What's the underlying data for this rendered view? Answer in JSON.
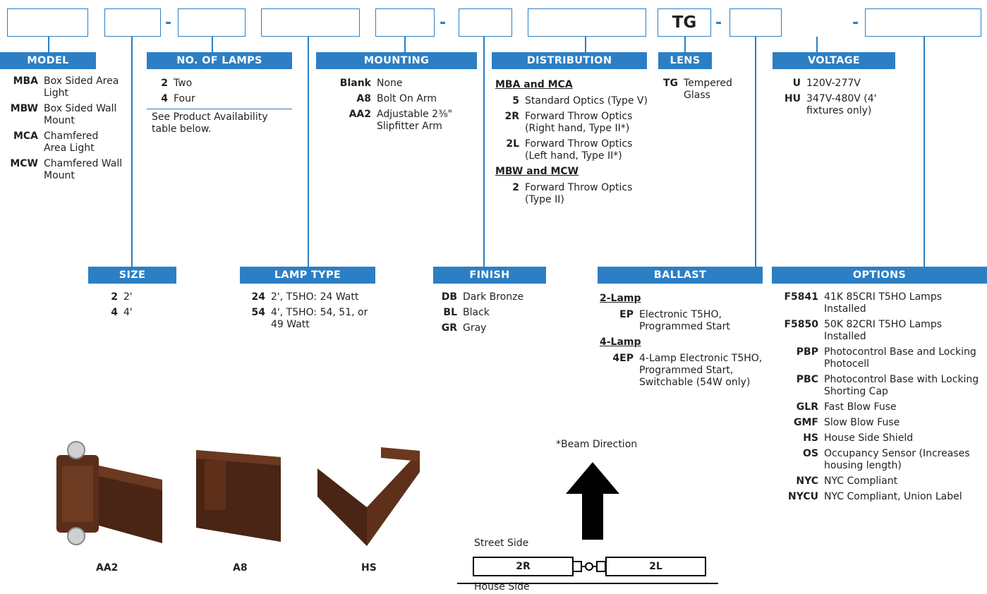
{
  "order_boxes": {
    "lens_code": "TG",
    "separators": [
      "-",
      "-",
      "-"
    ]
  },
  "sections": {
    "model": {
      "title": "MODEL",
      "items": [
        {
          "code": "MBA",
          "desc": "Box Sided Area Light"
        },
        {
          "code": "MBW",
          "desc": "Box Sided Wall Mount"
        },
        {
          "code": "MCA",
          "desc": "Chamfered Area Light"
        },
        {
          "code": "MCW",
          "desc": "Chamfered Wall Mount"
        }
      ]
    },
    "lamps": {
      "title": "NO. OF LAMPS",
      "items": [
        {
          "code": "2",
          "desc": "Two"
        },
        {
          "code": "4",
          "desc": "Four"
        }
      ],
      "note": "See Product Availability table below."
    },
    "mounting": {
      "title": "MOUNTING",
      "items": [
        {
          "code": "Blank",
          "desc": "None"
        },
        {
          "code": "A8",
          "desc": "Bolt On Arm"
        },
        {
          "code": "AA2",
          "desc": "Adjustable 2³⁄₈\" Slipfitter Arm"
        }
      ]
    },
    "distribution": {
      "title": "DISTRIBUTION",
      "group1": "MBA and MCA",
      "items1": [
        {
          "code": "5",
          "desc": "Standard Optics (Type V)"
        },
        {
          "code": "2R",
          "desc": "Forward Throw Optics (Right hand, Type II*)"
        },
        {
          "code": "2L",
          "desc": "Forward Throw Optics (Left hand, Type II*)"
        }
      ],
      "group2": "MBW and MCW",
      "items2": [
        {
          "code": "2",
          "desc": "Forward Throw Optics (Type II)"
        }
      ]
    },
    "lens": {
      "title": "LENS",
      "items": [
        {
          "code": "TG",
          "desc": "Tempered Glass"
        }
      ]
    },
    "voltage": {
      "title": "VOLTAGE",
      "items": [
        {
          "code": "U",
          "desc": "120V-277V"
        },
        {
          "code": "HU",
          "desc": "347V-480V (4' fixtures only)"
        }
      ]
    },
    "size": {
      "title": "SIZE",
      "items": [
        {
          "code": "2",
          "desc": "2'"
        },
        {
          "code": "4",
          "desc": "4'"
        }
      ]
    },
    "lamp_type": {
      "title": "LAMP TYPE",
      "items": [
        {
          "code": "24",
          "desc": "2', T5HO: 24 Watt"
        },
        {
          "code": "54",
          "desc": "4', T5HO: 54, 51, or 49 Watt"
        }
      ]
    },
    "finish": {
      "title": "FINISH",
      "items": [
        {
          "code": "DB",
          "desc": "Dark Bronze"
        },
        {
          "code": "BL",
          "desc": "Black"
        },
        {
          "code": "GR",
          "desc": "Gray"
        }
      ]
    },
    "ballast": {
      "title": "BALLAST",
      "group1": "2-Lamp",
      "items1": [
        {
          "code": "EP",
          "desc": "Electronic T5HO, Programmed Start"
        }
      ],
      "group2": "4-Lamp",
      "items2": [
        {
          "code": "4EP",
          "desc": "4-Lamp Electronic T5HO, Programmed Start, Switchable (54W only)"
        }
      ]
    },
    "options": {
      "title": "OPTIONS",
      "items": [
        {
          "code": "F5841",
          "desc": "41K 85CRI T5HO Lamps Installed"
        },
        {
          "code": "F5850",
          "desc": "50K 82CRI T5HO Lamps Installed"
        },
        {
          "code": "PBP",
          "desc": "Photocontrol Base and Locking Photocell"
        },
        {
          "code": "PBC",
          "desc": "Photocontrol Base with Locking Shorting Cap"
        },
        {
          "code": "GLR",
          "desc": "Fast Blow Fuse"
        },
        {
          "code": "GMF",
          "desc": "Slow Blow Fuse"
        },
        {
          "code": "HS",
          "desc": "House Side Shield"
        },
        {
          "code": "OS",
          "desc": "Occupancy Sensor (Increases housing length)"
        },
        {
          "code": "NYC",
          "desc": "NYC Compliant"
        },
        {
          "code": "NYCU",
          "desc": "NYC Compliant, Union Label"
        }
      ]
    }
  },
  "images": {
    "aa2": "AA2",
    "a8": "A8",
    "hs": "HS"
  },
  "beam": {
    "title": "*Beam Direction",
    "street": "Street Side",
    "house": "House Side",
    "left": "2R",
    "right": "2L"
  },
  "colors": {
    "accent": "#2c7fc4",
    "bronze": "#5a2e1a"
  }
}
